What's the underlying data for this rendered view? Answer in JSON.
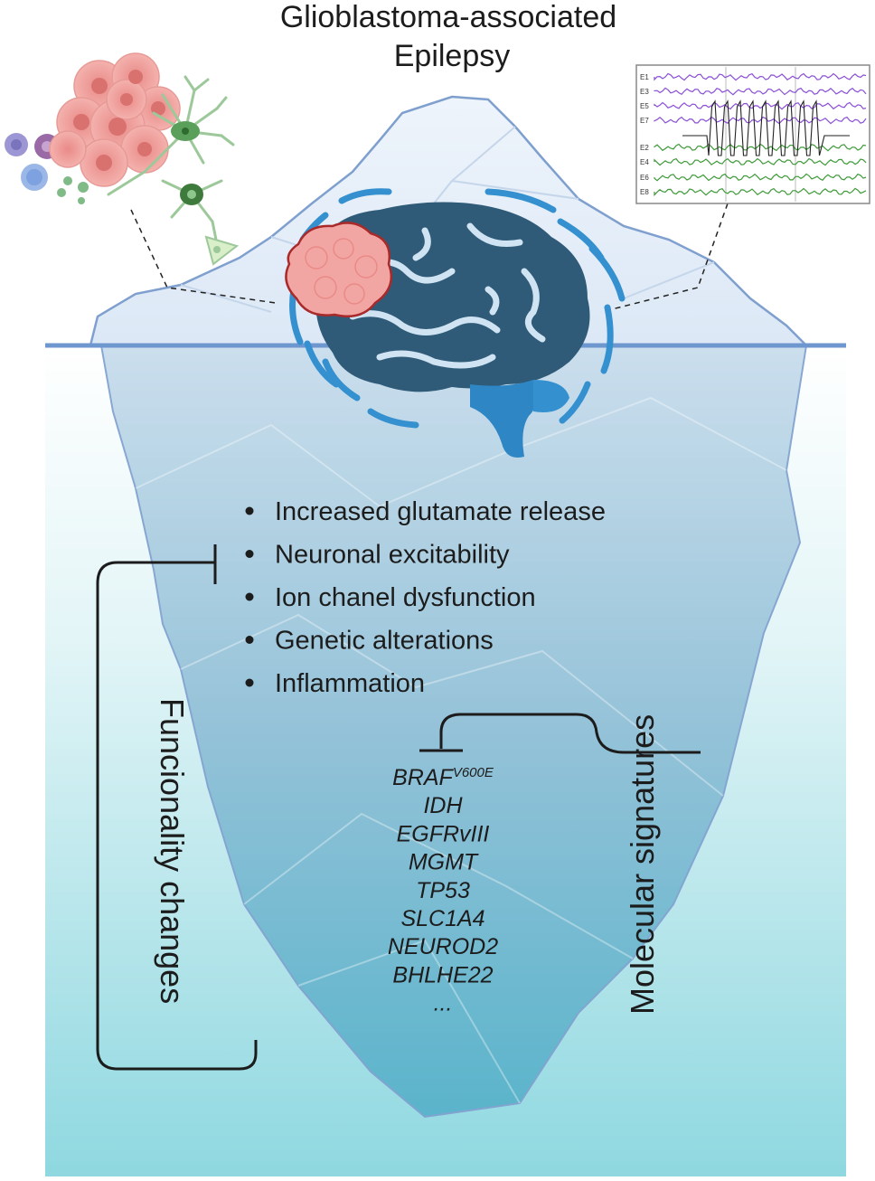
{
  "title": {
    "line1": "Glioblastoma-associated",
    "line2": "Epilepsy"
  },
  "eeg": {
    "channels": [
      "E1",
      "E3",
      "E5",
      "E7",
      "E2",
      "E4",
      "E6",
      "E8"
    ],
    "colors": {
      "purple": "#8a4fd6",
      "green": "#3f9a3a",
      "spike": "#222222"
    }
  },
  "mechanisms": [
    "Increased glutamate release",
    "Neuronal excitability",
    "Ion chanel dysfunction",
    "Genetic alterations",
    "Inflammation"
  ],
  "genes": [
    {
      "name": "BRAF",
      "sup": "V600E"
    },
    {
      "name": "IDH",
      "sup": ""
    },
    {
      "name": "EGFRvIII",
      "sup": ""
    },
    {
      "name": "MGMT",
      "sup": ""
    },
    {
      "name": "TP53",
      "sup": ""
    },
    {
      "name": "SLC1A4",
      "sup": ""
    },
    {
      "name": "NEUROD2",
      "sup": ""
    },
    {
      "name": "BHLHE22",
      "sup": ""
    },
    {
      "name": "...",
      "sup": ""
    }
  ],
  "labels": {
    "left": "Funcionality changes",
    "right": "Molecular signatures"
  },
  "colors": {
    "water_top": "#ffffff",
    "water_bottom": "#8fd8e0",
    "waterline": "#6f97cf",
    "iceberg_outline": "#7fa0cf",
    "brain": "#2f5b78",
    "brain_stem": "#2f86c4",
    "tumor": "#f2a6a4"
  }
}
